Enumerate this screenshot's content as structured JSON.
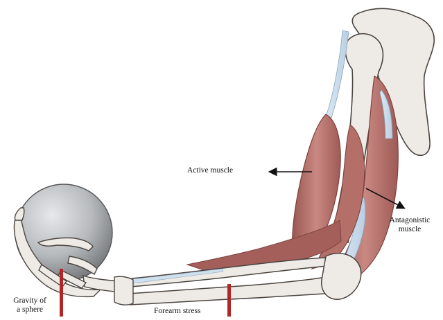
{
  "labels": {
    "active_muscle": "Active muscle",
    "antagonistic_muscle_line1": "Antagonistic",
    "antagonistic_muscle_line2": "muscle",
    "gravity_line1": "Gravity of",
    "gravity_line2": "a sphere",
    "forearm_stress": "Forearm stress"
  },
  "colors": {
    "bone_fill": "#eeeae5",
    "bone_outline": "#4a4440",
    "muscle": "#b9726c",
    "muscle_dark": "#8f4c48",
    "tendon": "#cfe0ee",
    "sphere_light": "#d7d9db",
    "sphere_dark": "#6f7274",
    "force_bar": "#b32626",
    "arrow": "#111111"
  }
}
